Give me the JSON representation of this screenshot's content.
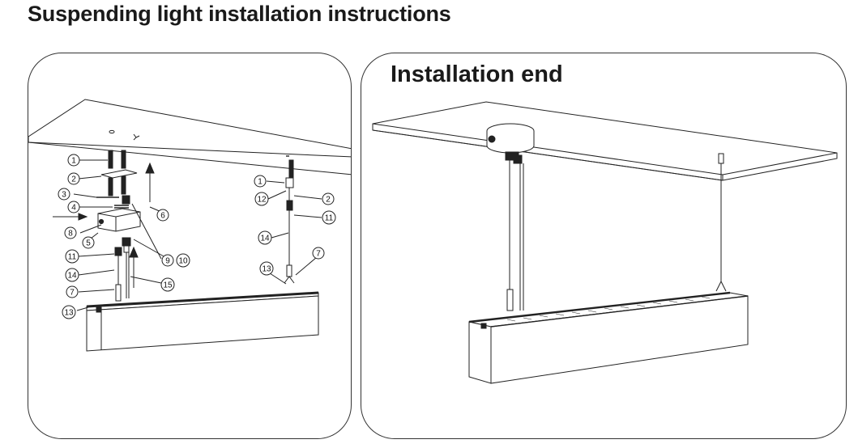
{
  "title": "Suspending light installation instructions",
  "left_panel": {
    "callouts": {
      "c1a": "1",
      "c2a": "2",
      "c3": "3",
      "c4": "4",
      "c5": "5",
      "c6": "6",
      "c8": "8",
      "c9": "9",
      "c10": "10",
      "c11a": "11",
      "c14a": "14",
      "c15": "15",
      "c7a": "7",
      "c13a": "13",
      "c1b": "1",
      "c12": "12",
      "c2b": "2",
      "c11b": "11",
      "c14b": "14",
      "c13b": "13",
      "c7b": "7"
    }
  },
  "right_panel": {
    "heading": "Installation end"
  }
}
